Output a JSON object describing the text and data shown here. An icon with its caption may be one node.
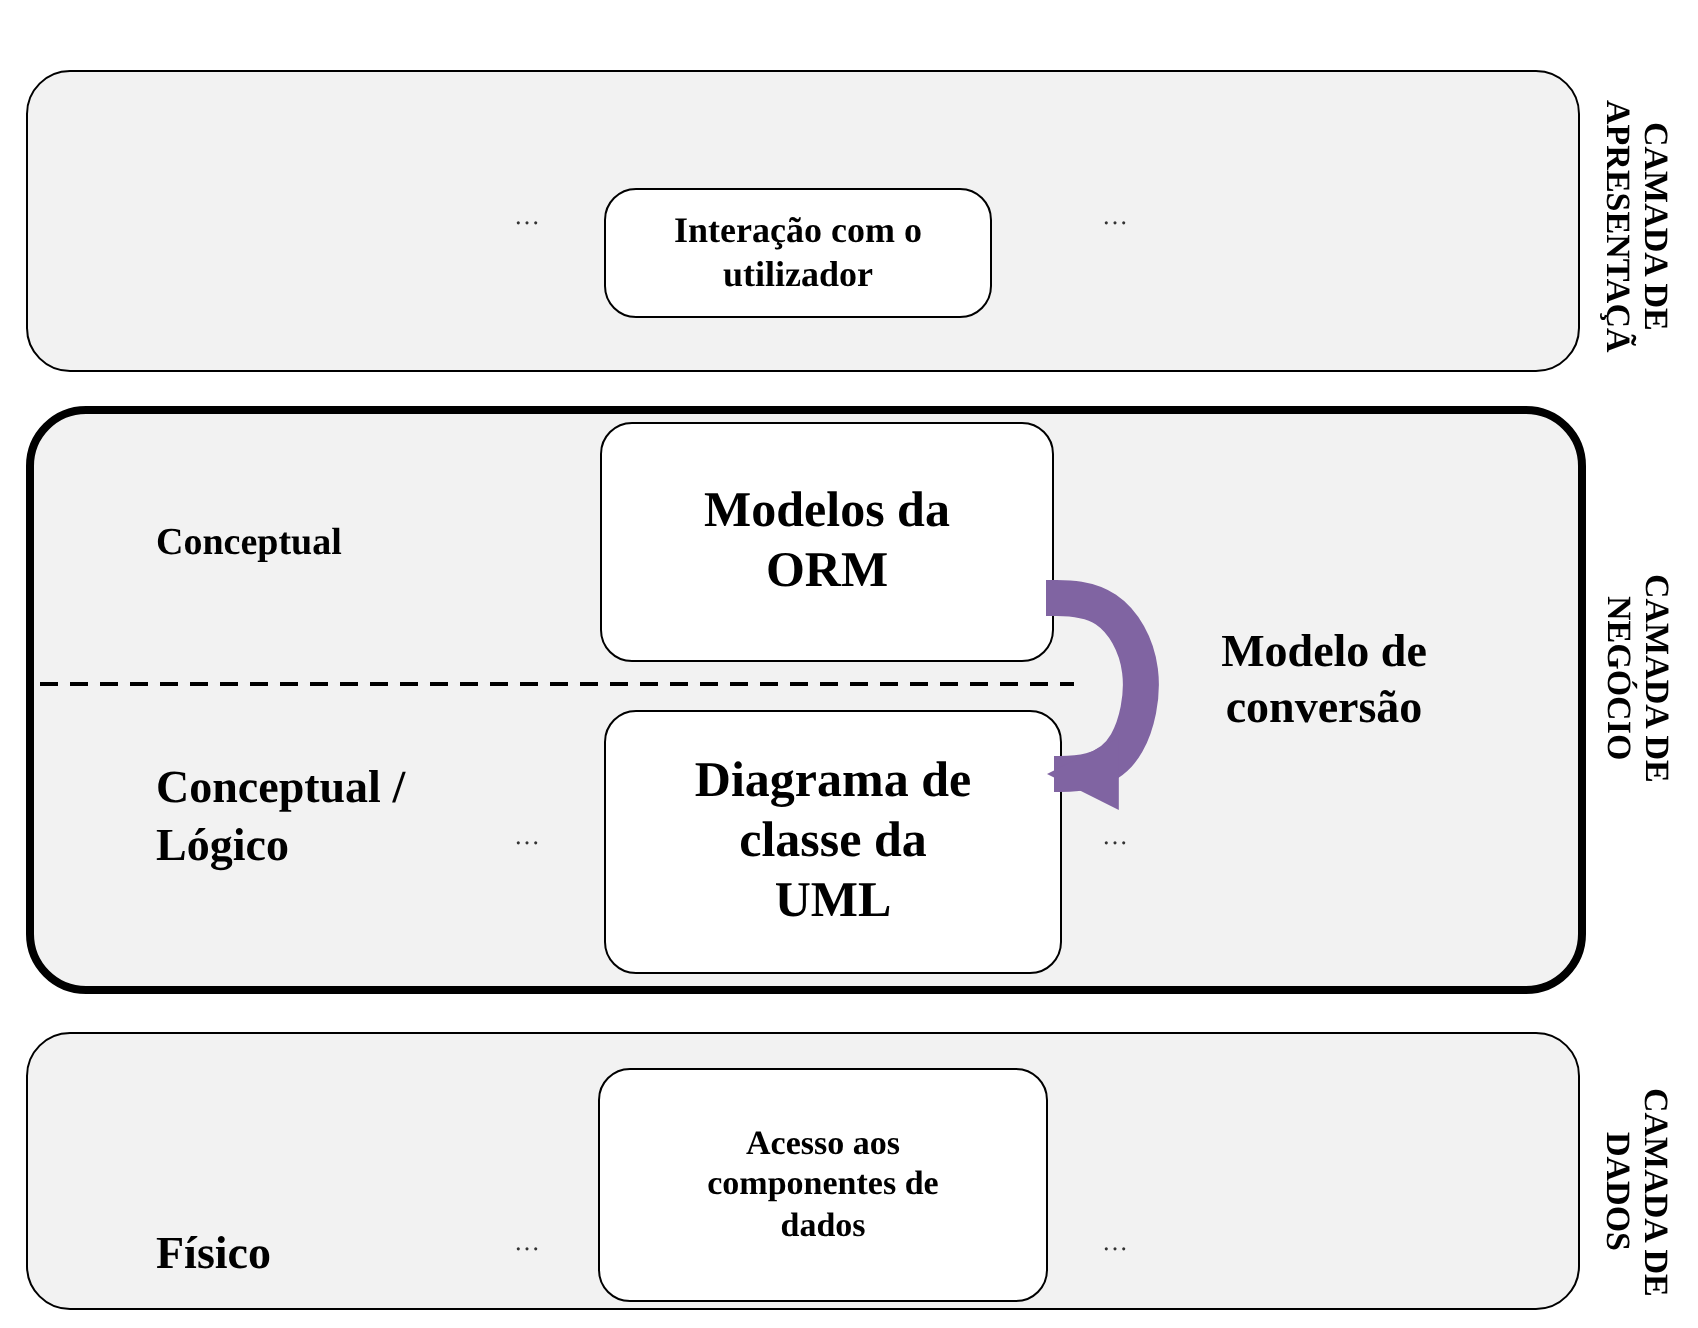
{
  "diagram": {
    "nodes": [
      {
        "text": [
          "CAMADA DE APRESENTAÇÃ"
        ]
      },
      {
        "text": [
          "Interação com o utilizador"
        ],
        "in": 0
      },
      {
        "text": [
          "CAMADA DE NEGÓCIO"
        ]
      },
      {
        "text": [
          "Modelos da ORM"
        ],
        "in": 2
      },
      {
        "text": [
          "Diagrama de classe da UML"
        ],
        "in": 2
      },
      {
        "text": [
          "CAMADA DE DADOS"
        ]
      },
      {
        "text": [
          "Acesso aos componentes de dados"
        ],
        "in": 5
      }
    ],
    "edges": [
      {
        "from": 3,
        "to": 4,
        "arrow": "to",
        "label": "Modelo de conversão",
        "color": "#8064a2"
      }
    ],
    "labels": [
      "…",
      "…",
      "Conceptual",
      "Conceptual / Lógico",
      "…",
      "…",
      "Físico",
      "…",
      "…"
    ]
  }
}
